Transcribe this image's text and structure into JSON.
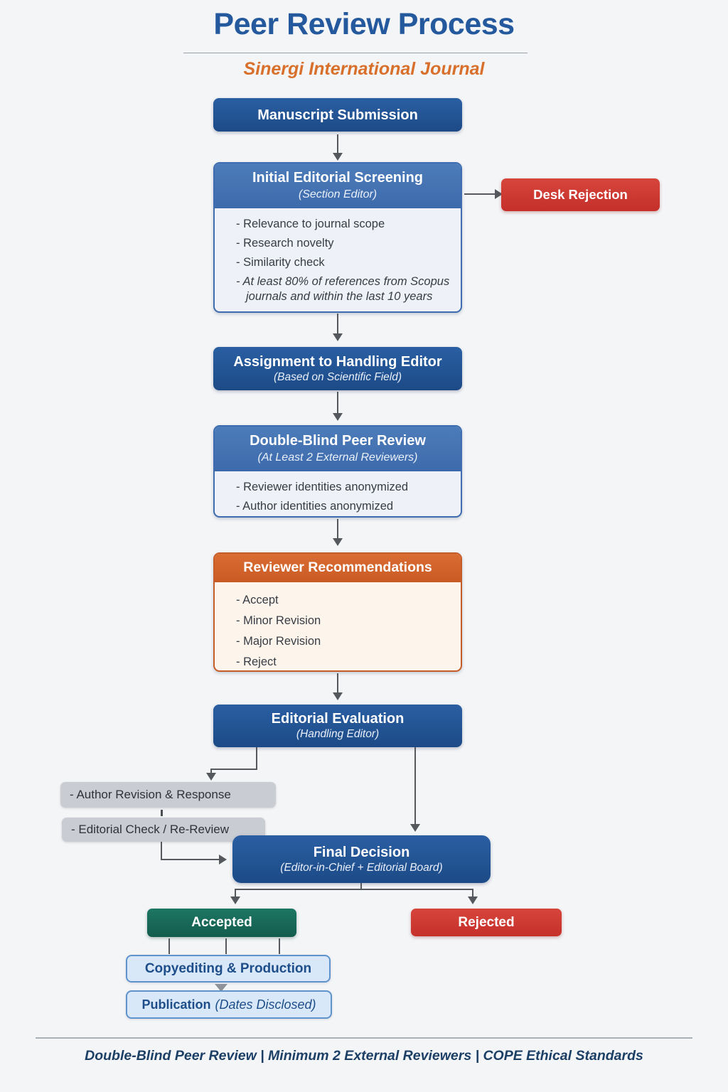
{
  "title": "Peer Review Process",
  "subtitle": "Sinergi International Journal",
  "footer": "Double-Blind Peer Review | Minimum 2 External Reviewers | COPE Ethical Standards",
  "colors": {
    "title_blue": "#24599d",
    "subtitle_orange": "#d8702c",
    "dark_blue": "#1d4e8a",
    "medium_blue": "#4471b1",
    "orange_header": "#cf5f27",
    "red": "#cd362e",
    "green": "#17695a",
    "gray": "#c9ccd3",
    "light_blue": "#d9e8f8",
    "arrow_gray": "#55595e"
  },
  "nodes": {
    "manuscript_submission": {
      "label": "Manuscript Submission"
    },
    "initial_screening": {
      "title": "Initial Editorial Screening",
      "subtitle": "(Section Editor)",
      "items": [
        "- Relevance to journal scope",
        "- Research novelty",
        "- Similarity check"
      ],
      "item_italic": "- At least 80% of references from Scopus journals and within the last 10 years"
    },
    "desk_rejection": {
      "label": "Desk Rejection"
    },
    "assignment": {
      "title": "Assignment to Handling Editor",
      "subtitle": "(Based on Scientific Field)"
    },
    "double_blind": {
      "title": "Double-Blind Peer Review",
      "subtitle": "(At Least 2 External Reviewers)",
      "items": [
        "- Reviewer identities anonymized",
        "- Author identities anonymized"
      ]
    },
    "reviewer_recommendations": {
      "title": "Reviewer Recommendations",
      "items": [
        "- Accept",
        "- Minor Revision",
        "- Major Revision",
        "- Reject"
      ]
    },
    "editorial_evaluation": {
      "title": "Editorial Evaluation",
      "subtitle": "(Handling Editor)"
    },
    "author_revision": {
      "label": "- Author Revision & Response"
    },
    "editorial_check": {
      "label": "- Editorial Check / Re-Review"
    },
    "final_decision": {
      "title": "Final Decision",
      "subtitle": "(Editor-in-Chief + Editorial Board)"
    },
    "accepted": {
      "label": "Accepted"
    },
    "rejected": {
      "label": "Rejected"
    },
    "copyediting": {
      "label": "Copyediting & Production"
    },
    "publication": {
      "label_bold": "Publication",
      "label_italic": "(Dates Disclosed)"
    }
  }
}
